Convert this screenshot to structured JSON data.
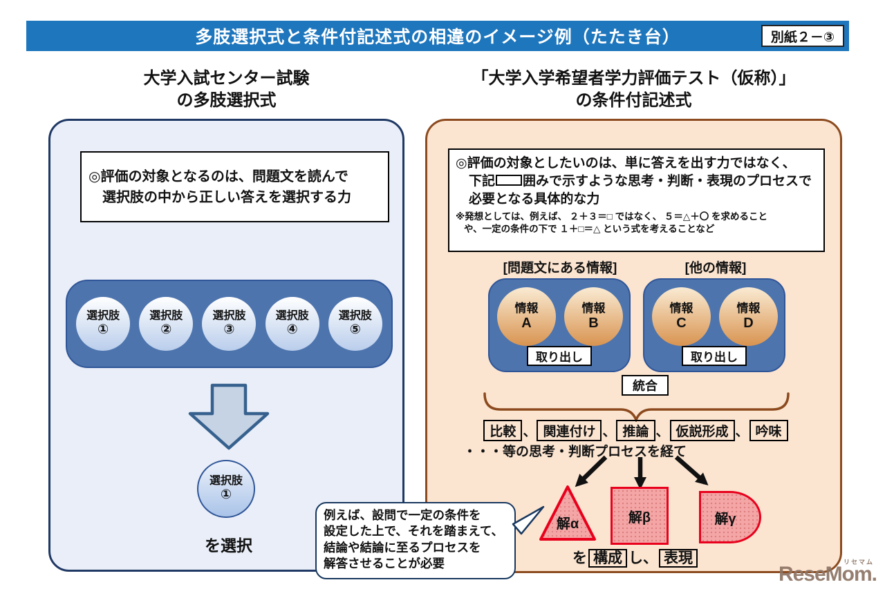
{
  "header": {
    "title": "多肢選択式と条件付記述式の相違のイメージ例（たたき台）",
    "ref_label": "別紙２－③"
  },
  "left_panel": {
    "heading": [
      "大学入試センター試験",
      "の多肢選択式"
    ],
    "description": [
      "◎評価の対象となるのは、問題文を読んで",
      "選択肢の中から正しい答えを選択する力"
    ],
    "choices": [
      {
        "label": "選択肢",
        "num": "①"
      },
      {
        "label": "選択肢",
        "num": "②"
      },
      {
        "label": "選択肢",
        "num": "③"
      },
      {
        "label": "選択肢",
        "num": "④"
      },
      {
        "label": "選択肢",
        "num": "⑤"
      }
    ],
    "selected_choice": {
      "label": "選択肢",
      "num": "①"
    },
    "select_caption": "を選択"
  },
  "right_panel": {
    "heading": [
      "「大学入学希望者学力評価テスト（仮称）」",
      "の条件付記述式"
    ],
    "description": {
      "line1": "◎評価の対象としたいのは、単に答えを出す力ではなく、",
      "line2_before_box": "下記",
      "line2_after_box": "囲みで示すような思考・判断・表現のプロセスで",
      "line3": "必要となる具体的な力"
    },
    "note": [
      "※発想としては、例えば、 ２＋３＝□ ではなく、 ５＝△＋〇 を求めること",
      "や、一定の条件の下で １＋□＝△ という式を考えることなど"
    ],
    "info_groups": [
      {
        "title": "[問題文にある情報]",
        "items": [
          {
            "label": "情報",
            "id": "A"
          },
          {
            "label": "情報",
            "id": "B"
          }
        ],
        "action": "取り出し"
      },
      {
        "title": "[他の情報]",
        "items": [
          {
            "label": "情報",
            "id": "C"
          },
          {
            "label": "情報",
            "id": "D"
          }
        ],
        "action": "取り出し"
      }
    ],
    "integration_label": "統合",
    "process_keywords": [
      "比較",
      "関連付け",
      "推論",
      "仮説形成",
      "吟味"
    ],
    "process_separator": "、",
    "process_caption": "・・・等の思考・判断プロセスを経て",
    "solutions": [
      {
        "label": "解α"
      },
      {
        "label": "解β"
      },
      {
        "label": "解γ"
      }
    ],
    "compose": {
      "prefix": "を",
      "word1": "構成",
      "middle": "し、",
      "word2": "表現"
    }
  },
  "callout": {
    "lines": [
      "例えば、設問で一定の条件を",
      "設定した上で、それを踏まえて、",
      "結論や結論に至るプロセスを",
      "解答させることが必要"
    ]
  },
  "watermark": {
    "ruby": "リセマム",
    "text": "ReseMom."
  },
  "colors": {
    "title_bar": "#1E76BD",
    "left_panel_border": "#1F3864",
    "left_panel_bg": "#E9EEF8",
    "right_panel_border": "#8C4A1E",
    "right_panel_bg": "#FBE4D0",
    "group_box_blue": "#4D74AD",
    "info_circle_orange": "#D89350",
    "solution_red": "#E8001C"
  }
}
